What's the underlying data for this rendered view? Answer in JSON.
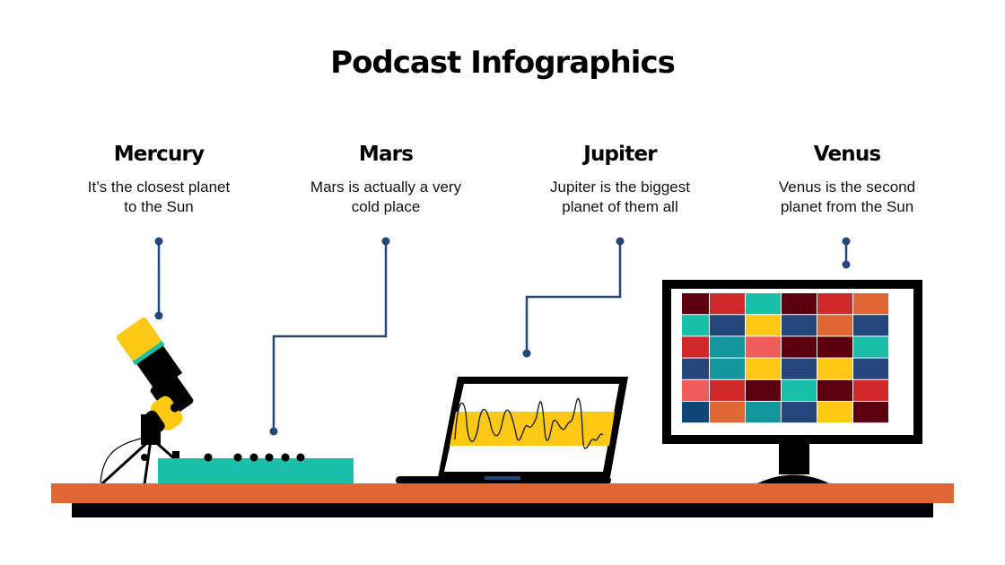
{
  "title": "Podcast Infographics",
  "items": [
    {
      "title": "Mercury",
      "desc_line1": "It’s the closest planet",
      "desc_line2": "to the Sun"
    },
    {
      "title": "Mars",
      "desc_line1": "Mars is actually a very",
      "desc_line2": "cold place"
    },
    {
      "title": "Jupiter",
      "desc_line1": "Jupiter is the biggest",
      "desc_line2": "planet of them all"
    },
    {
      "title": "Venus",
      "desc_line1": "Venus is the second",
      "desc_line2": "planet from the Sun"
    }
  ],
  "colors": {
    "connector": "#25467a",
    "desk_top": "#e06633",
    "desk_base": "#000000",
    "yellow": "#fdc915",
    "teal": "#1abfaa",
    "maroon": "#5c0010",
    "red": "#d0282b",
    "orange": "#e06633",
    "navy": "#25467a",
    "cyan": "#14969f",
    "salmon": "#f05b5b",
    "deep_blue": "#0e4675"
  },
  "monitor_grid": [
    [
      "maroon",
      "red",
      "teal",
      "maroon",
      "red",
      "orange"
    ],
    [
      "teal",
      "navy",
      "yellow",
      "navy",
      "orange",
      "navy"
    ],
    [
      "red",
      "cyan",
      "salmon",
      "maroon",
      "maroon",
      "teal"
    ],
    [
      "navy",
      "cyan",
      "yellow",
      "navy",
      "yellow",
      "navy"
    ],
    [
      "salmon",
      "red",
      "maroon",
      "teal",
      "maroon",
      "red"
    ],
    [
      "deep_blue",
      "orange",
      "cyan",
      "navy",
      "yellow",
      "maroon"
    ]
  ]
}
